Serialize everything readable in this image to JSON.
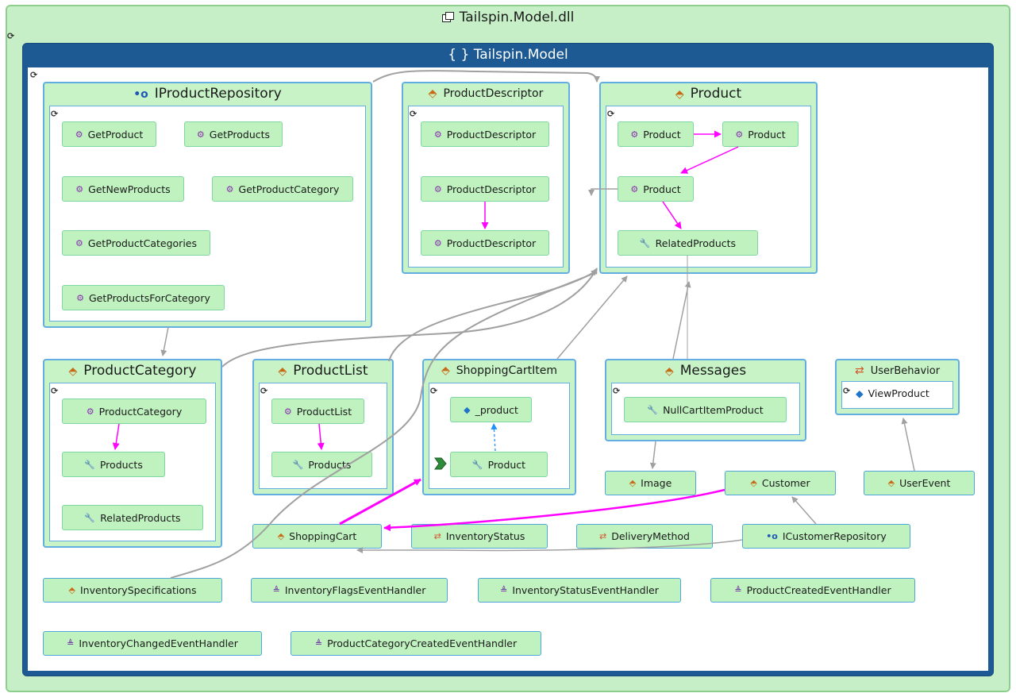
{
  "assembly": {
    "title": "Tailspin.Model.dll"
  },
  "namespace": {
    "title": "{ } Tailspin.Model"
  },
  "groups": {
    "iproductrepository": {
      "title": "IProductRepository",
      "members": [
        "GetProduct",
        "GetProducts",
        "GetNewProducts",
        "GetProductCategory",
        "GetProductCategories",
        "GetProductsForCategory"
      ]
    },
    "productdescriptor": {
      "title": "ProductDescriptor",
      "members": [
        "ProductDescriptor",
        "ProductDescriptor",
        "ProductDescriptor"
      ]
    },
    "product": {
      "title": "Product",
      "members": [
        "Product",
        "Product",
        "Product",
        "RelatedProducts"
      ]
    },
    "productcategory": {
      "title": "ProductCategory",
      "members": [
        "ProductCategory",
        "Products",
        "RelatedProducts"
      ]
    },
    "productlist": {
      "title": "ProductList",
      "members": [
        "ProductList",
        "Products"
      ]
    },
    "shoppingcartitem": {
      "title": "ShoppingCartItem",
      "members": [
        "_product",
        "Product"
      ]
    },
    "messages": {
      "title": "Messages",
      "members": [
        "NullCartItemProduct"
      ]
    },
    "userbehavior": {
      "title": "UserBehavior",
      "members": [
        "ViewProduct"
      ]
    }
  },
  "types": {
    "image": "Image",
    "customer": "Customer",
    "userevent": "UserEvent",
    "shoppingcart": "ShoppingCart",
    "inventorystatus": "InventoryStatus",
    "deliverymethod": "DeliveryMethod",
    "icustomerrepository": "ICustomerRepository",
    "inventoryspecifications": "InventorySpecifications",
    "inventoryflagseventhandler": "InventoryFlagsEventHandler",
    "inventorystatuseventhandler": "InventoryStatusEventHandler",
    "productcreatedeventhandler": "ProductCreatedEventHandler",
    "inventorychangedeventhandler": "InventoryChangedEventHandler",
    "productcategorycreatedeventhandler": "ProductCategoryCreatedEventHandler"
  },
  "icons": {
    "refresh": "refresh-icon",
    "method": "method-icon",
    "property": "property-icon",
    "class": "class-icon",
    "interface": "interface-icon",
    "enum": "enum-icon",
    "field": "field-icon",
    "delegate": "delegate-icon"
  },
  "colors": {
    "assembly_bg": "#c7efc7",
    "namespace_header": "#1d5a93",
    "group_border": "#63aee0",
    "node_fill": "#bff2bf",
    "call_edge": "#ff00ff",
    "dependency_edge": "#a0a0a0",
    "field_edge": "#1e90ff"
  }
}
